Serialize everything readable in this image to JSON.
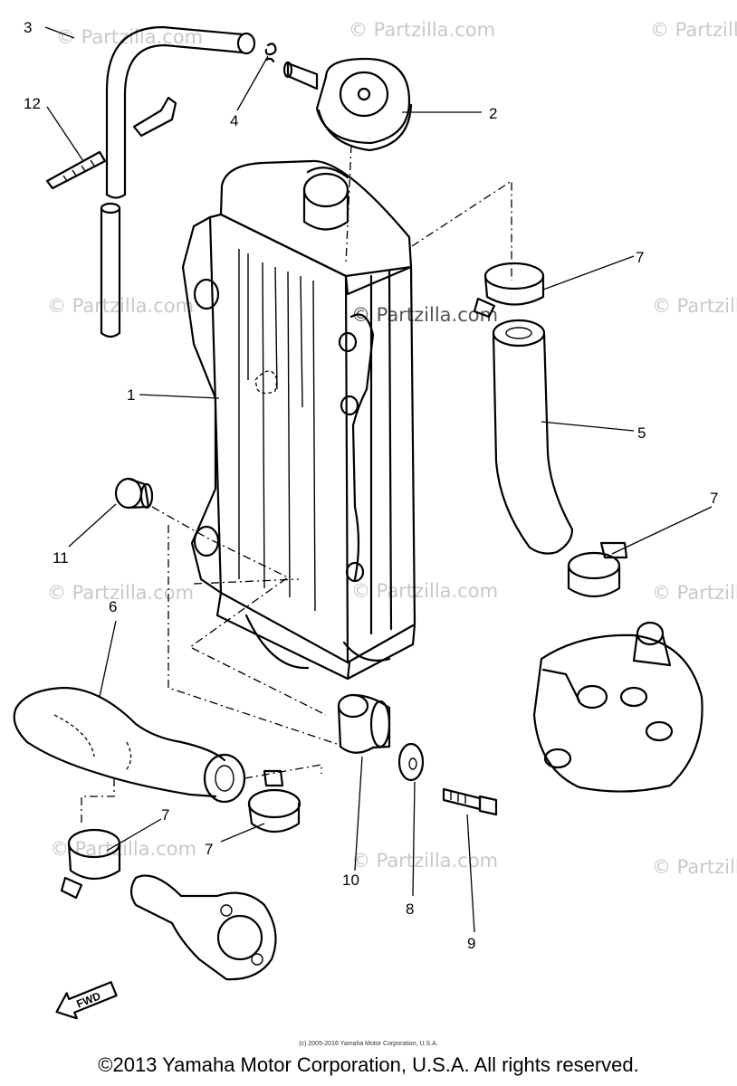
{
  "diagram": {
    "callouts": [
      {
        "id": "1",
        "label": "1"
      },
      {
        "id": "2",
        "label": "2"
      },
      {
        "id": "3",
        "label": "3"
      },
      {
        "id": "4",
        "label": "4"
      },
      {
        "id": "5",
        "label": "5"
      },
      {
        "id": "6",
        "label": "6"
      },
      {
        "id": "7a",
        "label": "7"
      },
      {
        "id": "7b",
        "label": "7"
      },
      {
        "id": "7c",
        "label": "7"
      },
      {
        "id": "7d",
        "label": "7"
      },
      {
        "id": "8",
        "label": "8"
      },
      {
        "id": "9",
        "label": "9"
      },
      {
        "id": "10",
        "label": "10"
      },
      {
        "id": "11",
        "label": "11"
      },
      {
        "id": "12",
        "label": "12"
      }
    ],
    "fwd_label": "FWD",
    "watermark_text": "© Partzilla.com",
    "fine_print": "(c) 2005-2016 Yamaha Motor Corporation, U.S.A.",
    "copyright": "©2013 Yamaha Motor Corporation, U.S.A. All rights reserved."
  }
}
